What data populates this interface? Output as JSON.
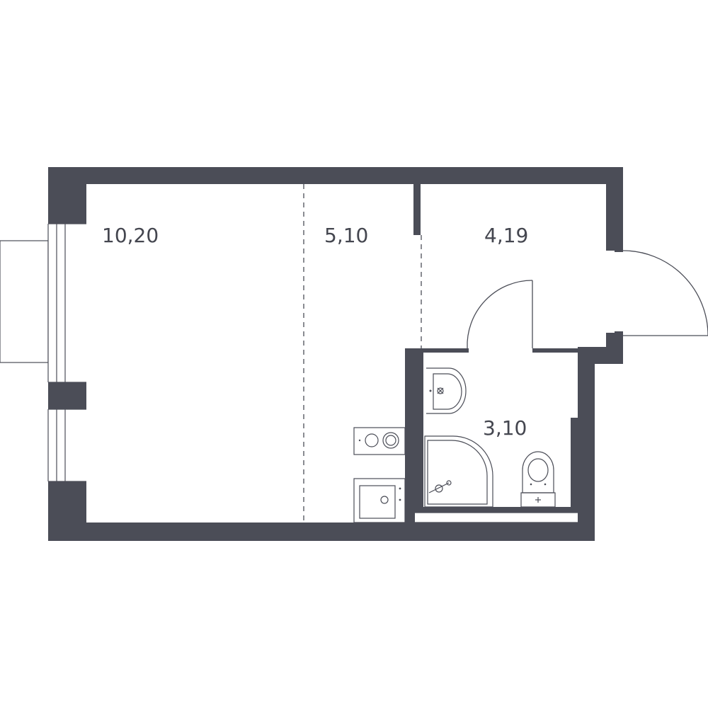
{
  "rooms": {
    "living": {
      "area": "10,20"
    },
    "kitchen": {
      "area": "5,10"
    },
    "hallway": {
      "area": "4,19"
    },
    "bathroom": {
      "area": "3,10"
    }
  },
  "colors": {
    "wall": "#4b4d57",
    "background": "#ffffff"
  }
}
